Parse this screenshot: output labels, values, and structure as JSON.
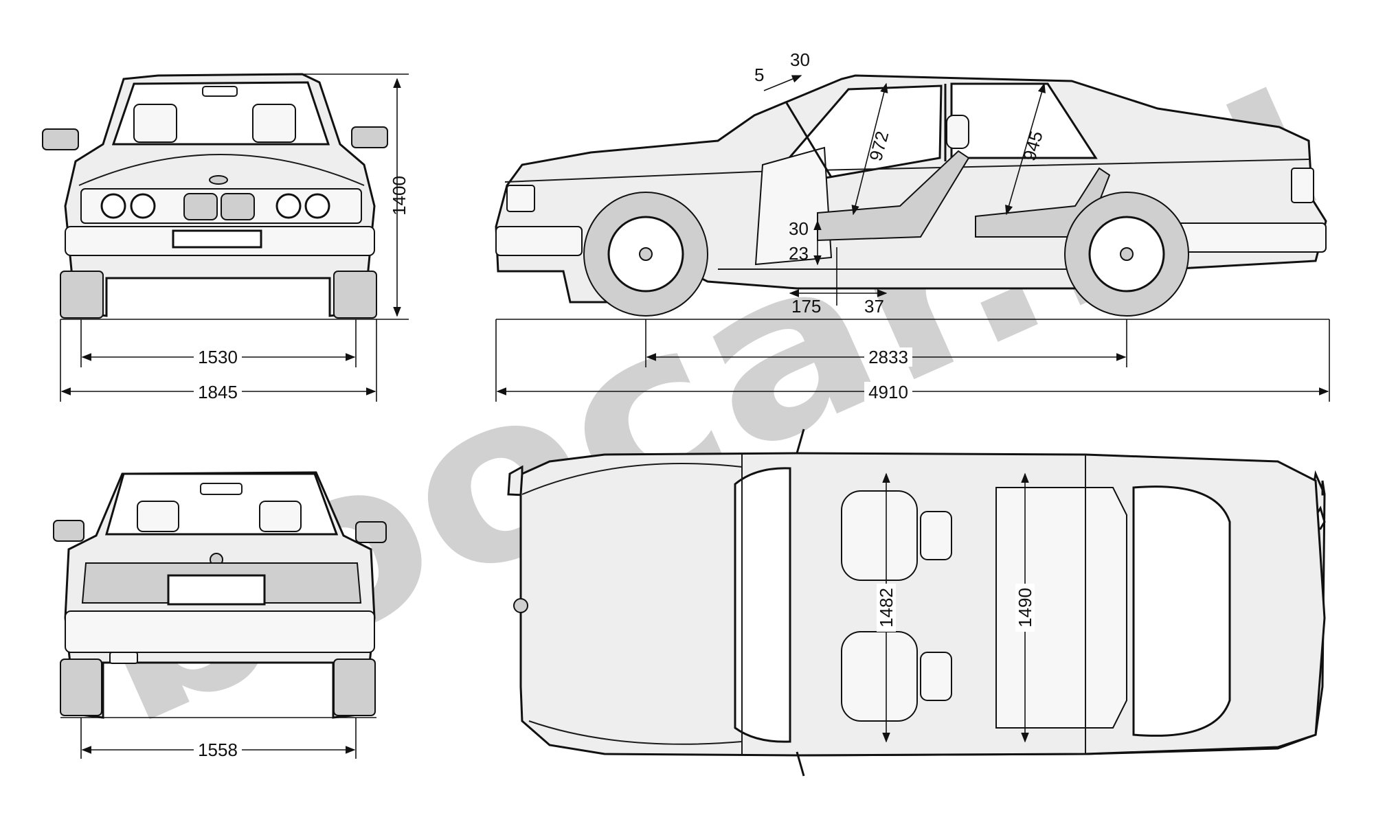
{
  "watermark": {
    "text": "boocar.ru",
    "color": "#c9c9c9"
  },
  "views": {
    "front": {
      "height": "1400",
      "track": "1530",
      "width": "1845"
    },
    "side": {
      "angle_a": "5",
      "angle_b": "30",
      "headroom_front": "972",
      "headroom_rear": "945",
      "seat_up": "30",
      "seat_down": "23",
      "seat_back": "175",
      "seat_fwd": "37",
      "wheelbase": "2833",
      "length": "4910"
    },
    "rear": {
      "track": "1558"
    },
    "top": {
      "interior_front": "1482",
      "interior_rear": "1490"
    }
  }
}
